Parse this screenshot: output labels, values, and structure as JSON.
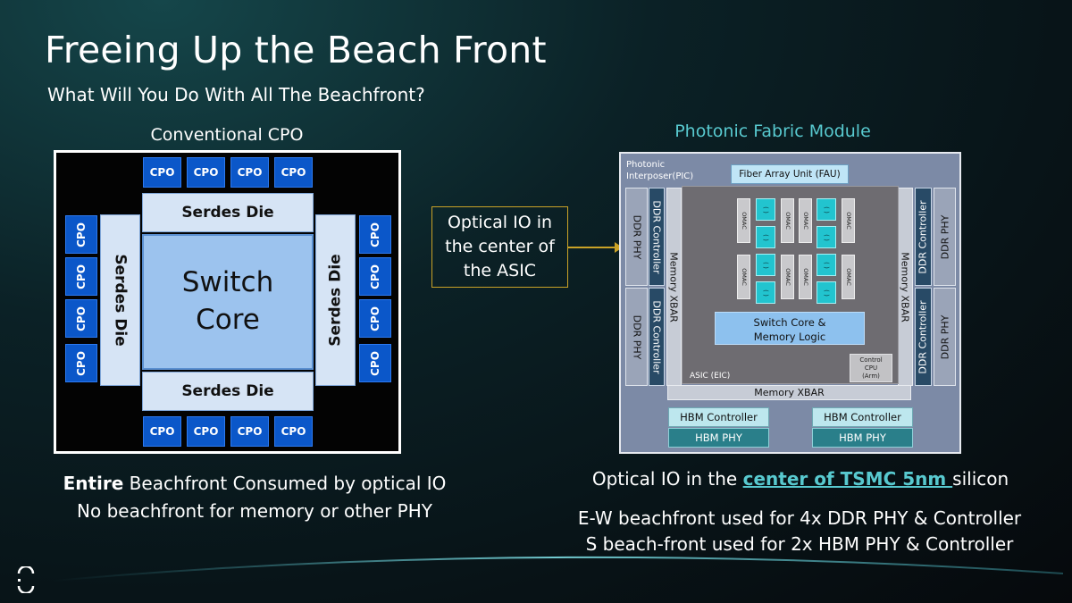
{
  "title": "Freeing Up the Beach Front",
  "subtitle": "What Will You Do With All The Beachfront?",
  "left": {
    "label": "Conventional CPO",
    "cpo_label": "CPO",
    "serdes_label": "Serdes Die",
    "switch_core_line1": "Switch",
    "switch_core_line2": "Core",
    "caption_bold": "Entire",
    "caption_rest": " Beachfront Consumed by optical IO",
    "caption_line2": "No beachfront for memory or other PHY"
  },
  "callout": {
    "line1": "Optical IO in",
    "line2": "the center of",
    "line3": "the ASIC"
  },
  "right": {
    "label": "Photonic Fabric Module",
    "pic_line1": "Photonic",
    "pic_line2": "Interposer(PIC)",
    "fau": "Fiber Array Unit (FAU)",
    "ddr_phy": "DDR PHY",
    "ddr_controller": "DDR Controller",
    "memory_xbar": "Memory XBAR",
    "omac": "OMAC",
    "optical_sq": "( )",
    "switch_core_line1": "Switch Core &",
    "switch_core_line2": "Memory Logic",
    "control_cpu_line1": "Control",
    "control_cpu_line2": "CPU",
    "control_cpu_line3": "(Arm)",
    "asic_eic": "ASIC (EIC)",
    "hbm_controller": "HBM Controller",
    "hbm_phy": "HBM PHY",
    "caption1_pre": "Optical IO in the ",
    "caption1_hl": "center of TSMC 5nm ",
    "caption1_post": "silicon",
    "caption2_line1": "E-W beachfront used for 4x DDR PHY & Controller",
    "caption2_line2": "S beach-front used for 2x HBM PHY & Controller"
  },
  "colors": {
    "cpo_blue": "#0b57c9",
    "serdes": "#d6e4f5",
    "switch_core": "#9cc3ee",
    "accent_teal": "#58c9cf",
    "callout_gold": "#c9a227"
  },
  "logo_icon": "company-logo-icon"
}
